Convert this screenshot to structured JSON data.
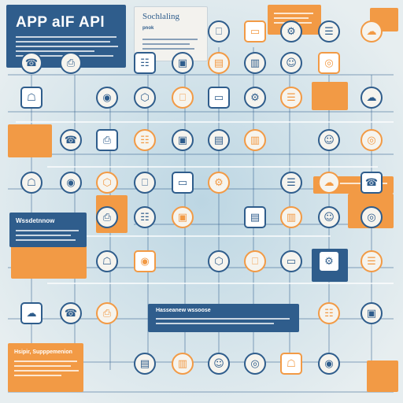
{
  "header": {
    "title": "APP alF APl",
    "subtitle_panel_title": "Sochlaling",
    "subtitle_panel_tag": "pnok"
  },
  "panels": {
    "mid_left_title": "Wssdetnnow",
    "mid_center_title": "Hasseanew wssoose",
    "bottom_left_title": "Hsipir, Supppemenion"
  },
  "colors": {
    "navy": "#2f5d8c",
    "orange": "#f29a45",
    "light_blue": "#a9c8d8",
    "paper": "#f3f2ee"
  },
  "icons": [
    "computer-icon",
    "tablet-icon",
    "gear-icon",
    "server-icon",
    "cloud-icon",
    "phone-icon",
    "printer-icon",
    "document-icon",
    "monitor-icon",
    "box-icon",
    "chart-icon",
    "user-icon",
    "database-icon",
    "lock-icon",
    "camera-icon",
    "network-icon"
  ]
}
